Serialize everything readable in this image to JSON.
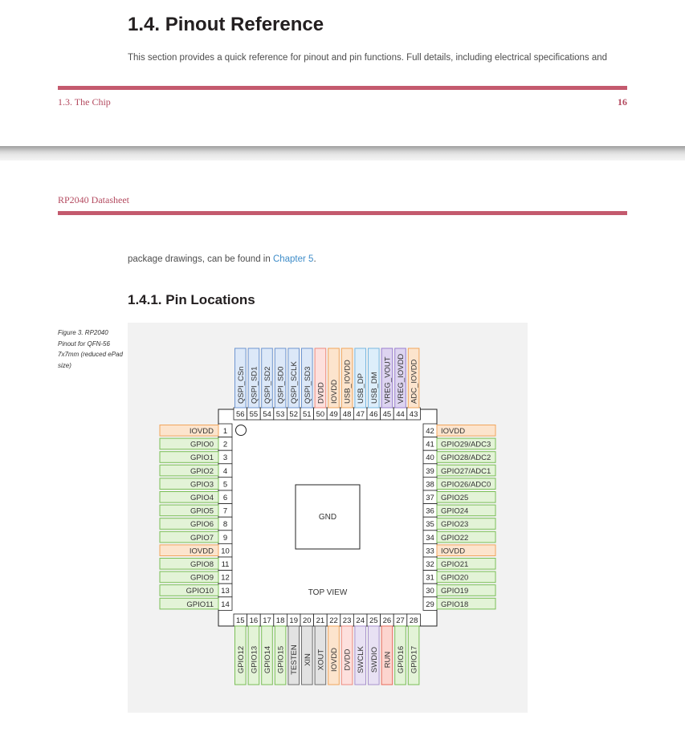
{
  "page_top": {
    "heading": "1.4. Pinout Reference",
    "intro": "This section provides a quick reference for pinout and pin functions. Full details, including electrical specifications and",
    "footer_section": "1.3. The Chip",
    "page_number": "16"
  },
  "page_bottom": {
    "running_header": "RP2040 Datasheet",
    "continuation_text": "package drawings, can be found in ",
    "continuation_link": "Chapter 5",
    "continuation_end": ".",
    "subheading": "1.4.1. Pin Locations",
    "figure_caption": "Figure 3. RP2040 Pinout for QFN-56 7x7mm (reduced ePad size)"
  },
  "colors": {
    "accent": "#c45a6e",
    "link": "#3f8dc9",
    "gpio": "#e3f3d7",
    "gpio_border": "#7bbf57",
    "io_power": "#fce4cd",
    "io_power_border": "#f1a55c",
    "core_power": "#fde0dd",
    "core_power_border": "#ee8a7e",
    "qspi": "#dce8f8",
    "qspi_border": "#6f96d0",
    "usb": "#ddeefa",
    "usb_border": "#79b8e0",
    "vreg": "#ddd4f0",
    "vreg_border": "#9a7fcf",
    "xtal": "#e2e2e2",
    "xtal_border": "#6f6f6f",
    "swd": "#e8e1f3",
    "swd_border": "#a993cc",
    "run": "#fcd5cf",
    "run_border": "#e86a5a"
  },
  "diagram": {
    "center_label": "GND",
    "view_label": "TOP VIEW",
    "left_pins": [
      {
        "num": "1",
        "name": "IOVDD",
        "kind": "io_power"
      },
      {
        "num": "2",
        "name": "GPIO0",
        "kind": "gpio"
      },
      {
        "num": "3",
        "name": "GPIO1",
        "kind": "gpio"
      },
      {
        "num": "4",
        "name": "GPIO2",
        "kind": "gpio"
      },
      {
        "num": "5",
        "name": "GPIO3",
        "kind": "gpio"
      },
      {
        "num": "6",
        "name": "GPIO4",
        "kind": "gpio"
      },
      {
        "num": "7",
        "name": "GPIO5",
        "kind": "gpio"
      },
      {
        "num": "8",
        "name": "GPIO6",
        "kind": "gpio"
      },
      {
        "num": "9",
        "name": "GPIO7",
        "kind": "gpio"
      },
      {
        "num": "10",
        "name": "IOVDD",
        "kind": "io_power"
      },
      {
        "num": "11",
        "name": "GPIO8",
        "kind": "gpio"
      },
      {
        "num": "12",
        "name": "GPIO9",
        "kind": "gpio"
      },
      {
        "num": "13",
        "name": "GPIO10",
        "kind": "gpio"
      },
      {
        "num": "14",
        "name": "GPIO11",
        "kind": "gpio"
      }
    ],
    "bottom_pins": [
      {
        "num": "15",
        "name": "GPIO12",
        "kind": "gpio"
      },
      {
        "num": "16",
        "name": "GPIO13",
        "kind": "gpio"
      },
      {
        "num": "17",
        "name": "GPIO14",
        "kind": "gpio"
      },
      {
        "num": "18",
        "name": "GPIO15",
        "kind": "gpio"
      },
      {
        "num": "19",
        "name": "TESTEN",
        "kind": "xtal"
      },
      {
        "num": "20",
        "name": "XIN",
        "kind": "xtal"
      },
      {
        "num": "21",
        "name": "XOUT",
        "kind": "xtal"
      },
      {
        "num": "22",
        "name": "IOVDD",
        "kind": "io_power"
      },
      {
        "num": "23",
        "name": "DVDD",
        "kind": "core_power"
      },
      {
        "num": "24",
        "name": "SWCLK",
        "kind": "swd"
      },
      {
        "num": "25",
        "name": "SWDIO",
        "kind": "swd"
      },
      {
        "num": "26",
        "name": "RUN",
        "kind": "run"
      },
      {
        "num": "27",
        "name": "GPIO16",
        "kind": "gpio"
      },
      {
        "num": "28",
        "name": "GPIO17",
        "kind": "gpio"
      }
    ],
    "right_pins": [
      {
        "num": "42",
        "name": "IOVDD",
        "kind": "io_power"
      },
      {
        "num": "41",
        "name": "GPIO29/ADC3",
        "kind": "gpio"
      },
      {
        "num": "40",
        "name": "GPIO28/ADC2",
        "kind": "gpio"
      },
      {
        "num": "39",
        "name": "GPIO27/ADC1",
        "kind": "gpio"
      },
      {
        "num": "38",
        "name": "GPIO26/ADC0",
        "kind": "gpio"
      },
      {
        "num": "37",
        "name": "GPIO25",
        "kind": "gpio"
      },
      {
        "num": "36",
        "name": "GPIO24",
        "kind": "gpio"
      },
      {
        "num": "35",
        "name": "GPIO23",
        "kind": "gpio"
      },
      {
        "num": "34",
        "name": "GPIO22",
        "kind": "gpio"
      },
      {
        "num": "33",
        "name": "IOVDD",
        "kind": "io_power"
      },
      {
        "num": "32",
        "name": "GPIO21",
        "kind": "gpio"
      },
      {
        "num": "31",
        "name": "GPIO20",
        "kind": "gpio"
      },
      {
        "num": "30",
        "name": "GPIO19",
        "kind": "gpio"
      },
      {
        "num": "29",
        "name": "GPIO18",
        "kind": "gpio"
      }
    ],
    "top_pins": [
      {
        "num": "56",
        "name": "QSPI_CSn",
        "kind": "qspi"
      },
      {
        "num": "55",
        "name": "QSPI_SD1",
        "kind": "qspi"
      },
      {
        "num": "54",
        "name": "QSPI_SD2",
        "kind": "qspi"
      },
      {
        "num": "53",
        "name": "QSPI_SD0",
        "kind": "qspi"
      },
      {
        "num": "52",
        "name": "QSPI_SCLK",
        "kind": "qspi"
      },
      {
        "num": "51",
        "name": "QSPI_SD3",
        "kind": "qspi"
      },
      {
        "num": "50",
        "name": "DVDD",
        "kind": "core_power"
      },
      {
        "num": "49",
        "name": "IOVDD",
        "kind": "io_power"
      },
      {
        "num": "48",
        "name": "USB_IOVDD",
        "kind": "io_power"
      },
      {
        "num": "47",
        "name": "USB_DP",
        "kind": "usb"
      },
      {
        "num": "46",
        "name": "USB_DM",
        "kind": "usb"
      },
      {
        "num": "45",
        "name": "VREG_VOUT",
        "kind": "vreg"
      },
      {
        "num": "44",
        "name": "VREG_IOVDD",
        "kind": "vreg"
      },
      {
        "num": "43",
        "name": "ADC_IOVDD",
        "kind": "io_power"
      }
    ]
  }
}
